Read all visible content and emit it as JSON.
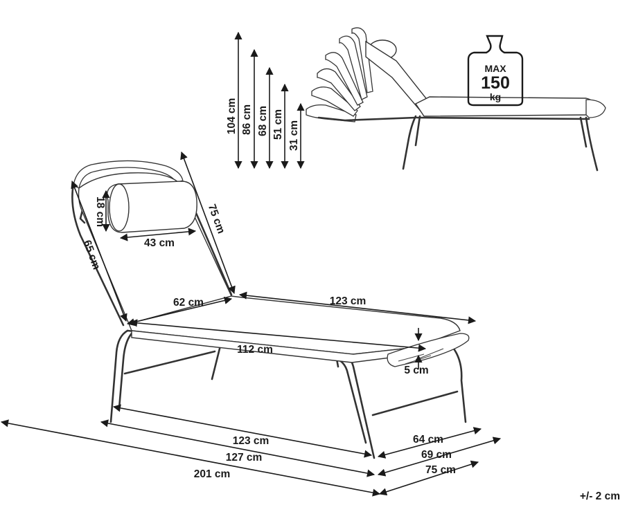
{
  "heights": {
    "h104": "104 cm",
    "h86": "86 cm",
    "h68": "68 cm",
    "h51": "51 cm",
    "h31": "31 cm"
  },
  "weight_badge": {
    "max": "MAX",
    "value": "150",
    "unit": "kg"
  },
  "pillow": {
    "height": "18 cm",
    "width": "43 cm"
  },
  "backrest": {
    "length": "75 cm",
    "width_label": "65 cm"
  },
  "seat": {
    "back_width": "62 cm",
    "seat_length": "123 cm",
    "mattress_length": "112 cm",
    "thickness": "5 cm"
  },
  "base": {
    "len_123": "123 cm",
    "len_127": "127 cm",
    "len_201": "201 cm",
    "w_64": "64 cm",
    "w_69": "69 cm",
    "w_75": "75 cm"
  },
  "tolerance": "+/- 2 cm"
}
